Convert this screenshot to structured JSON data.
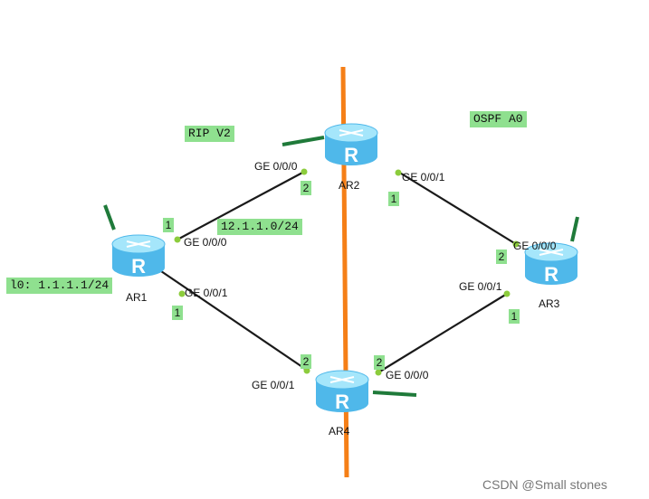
{
  "areas": {
    "rip": "RIP V2",
    "ospf": "OSPF A0"
  },
  "routers": [
    {
      "id": "ar1",
      "name": "AR1",
      "glyph": "R"
    },
    {
      "id": "ar2",
      "name": "AR2",
      "glyph": "R"
    },
    {
      "id": "ar3",
      "name": "AR3",
      "glyph": "R"
    },
    {
      "id": "ar4",
      "name": "AR4",
      "glyph": "R"
    }
  ],
  "interfaces": {
    "ar1_g000": "GE 0/0/0",
    "ar1_g001": "GE 0/0/1",
    "ar2_g000": "GE 0/0/0",
    "ar2_g001": "GE 0/0/1",
    "ar3_g000": "GE 0/0/0",
    "ar3_g001": "GE 0/0/1",
    "ar4_g000": "GE 0/0/0",
    "ar4_g001": "GE 0/0/1"
  },
  "link_ends": {
    "ar1_g000": "1",
    "ar2_g000": "2",
    "ar2_g001": "1",
    "ar3_g000": "2",
    "ar3_g001": "1",
    "ar4_g000": "2",
    "ar4_g001": "2",
    "ar1_g001": "1"
  },
  "network_labels": {
    "link_ar1_ar2": "12.1.1.0/24",
    "loopback_ar1": "l0: 1.1.1.1/24"
  },
  "watermark": "CSDN @Small stones",
  "colors": {
    "boundary": "#f57f17",
    "link": "#1a1a1a",
    "port": "#8ccc3c",
    "tag_bg": "#8fe08f",
    "stub": "#1f7a3a",
    "router_top": "#a5e6fb",
    "router_body": "#4fb8ea"
  }
}
